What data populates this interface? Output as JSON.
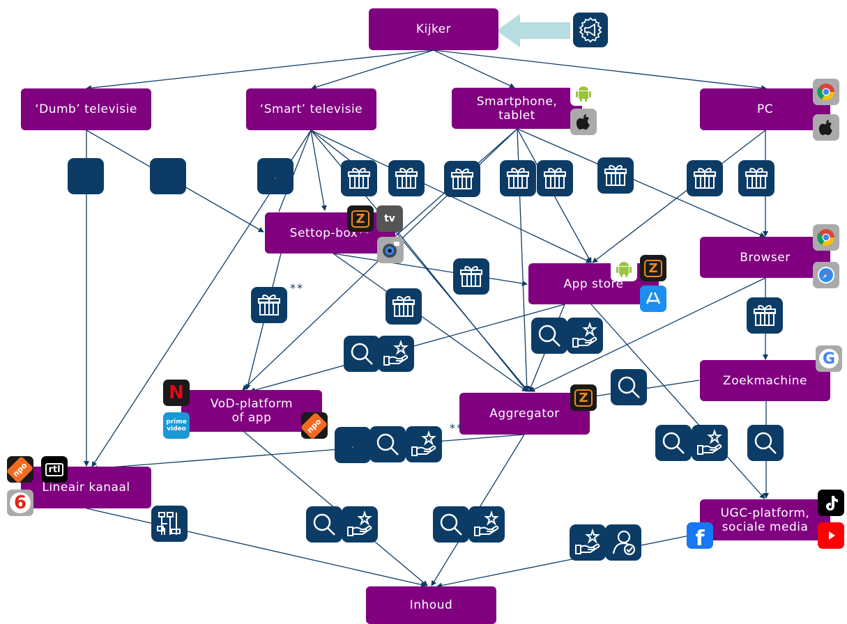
{
  "nodes": {
    "kijker": "Kijker",
    "dumb_tv": "‘Dumb’ televisie",
    "smart_tv": "‘Smart’ televisie",
    "smartphone": "Smartphone,\ntablet",
    "pc": "PC",
    "settop": "Settop-box**",
    "app_store": "App store",
    "browser": "Browser",
    "zoekmachine": "Zoekmachine",
    "vod": "VoD-platform\nof app",
    "aggregator": "Aggregator",
    "lineair": "Lineair kanaal",
    "ugc": "UGC-platform,\nsociale media",
    "inhoud": "Inhoud"
  },
  "notes": {
    "settop_note": "**",
    "aggregator_note": "**",
    "small_dot_a": ".",
    "small_dot_b": "."
  },
  "logos": {
    "ziggo": "Z",
    "appletv": "tv",
    "npo": "npo",
    "rtl": "rtl",
    "sbs6": "6",
    "netflix": "N",
    "prime": "prime video",
    "google": "G",
    "facebook": "f"
  },
  "colors": {
    "node_fill": "#800080",
    "icon_fill": "#0c3c66",
    "arrow_light": "#b7dde0"
  }
}
